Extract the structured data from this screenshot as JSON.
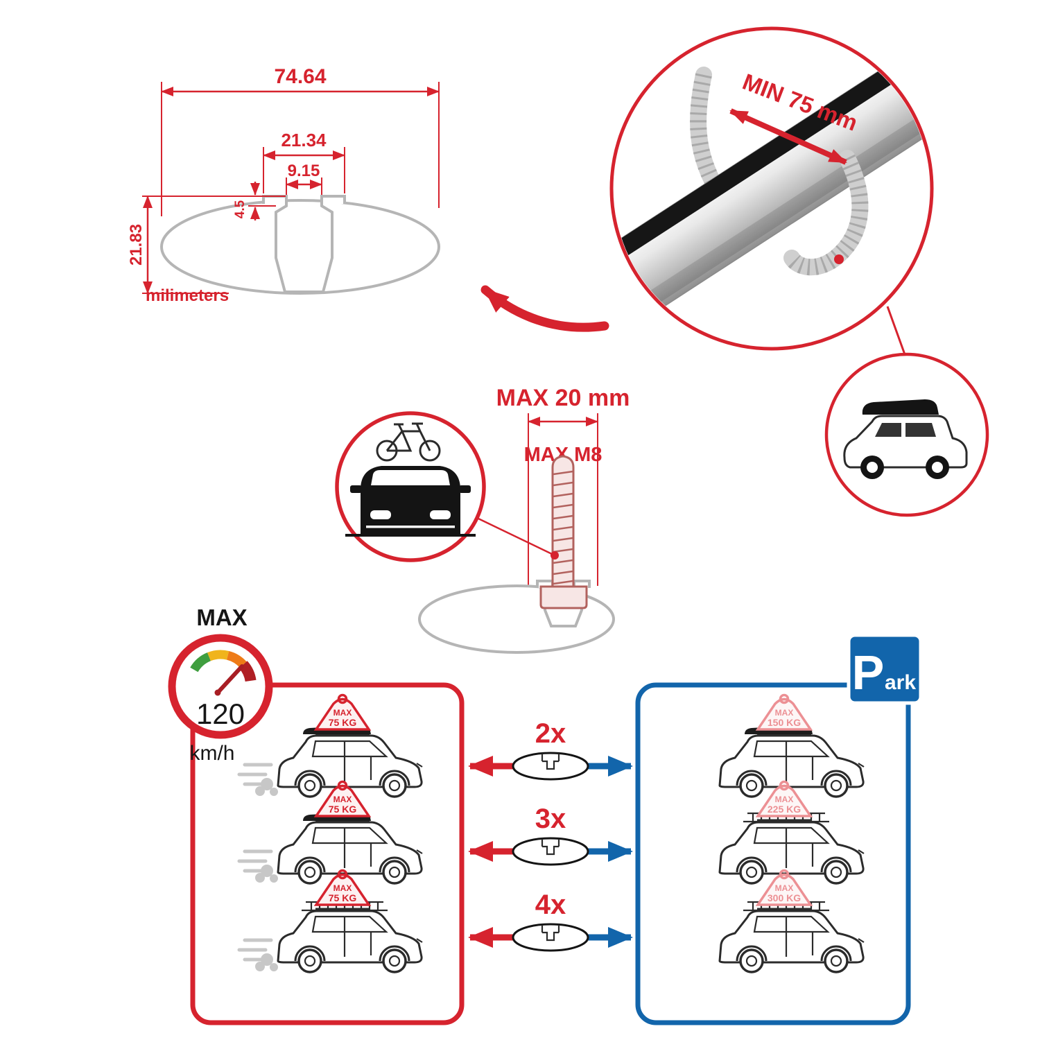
{
  "profile_dimensions": {
    "total_width": "74.64",
    "slot_outer_width": "21.34",
    "slot_opening_width": "9.15",
    "lip_depth": "4.5",
    "total_height": "21.83",
    "units_label": "milimeters"
  },
  "bar_detail": {
    "min_span_label": "MIN 75 mm"
  },
  "bolt_detail": {
    "max_length_label": "MAX 20 mm",
    "max_thread_label": "MAX M8"
  },
  "speed_limit": {
    "title": "MAX",
    "value": "120",
    "unit": "km/h"
  },
  "parking_sign": {
    "letter": "P",
    "suffix": "ark"
  },
  "capacity_rows": [
    {
      "multiplier": "2x",
      "driving": {
        "label": "MAX",
        "load": "75 KG"
      },
      "parked": {
        "label": "MAX",
        "load": "150 KG"
      }
    },
    {
      "multiplier": "3x",
      "driving": {
        "label": "MAX",
        "load": "75 KG"
      },
      "parked": {
        "label": "MAX",
        "load": "225 KG"
      }
    },
    {
      "multiplier": "4x",
      "driving": {
        "label": "MAX",
        "load": "75 KG"
      },
      "parked": {
        "label": "MAX",
        "load": "300 KG"
      }
    }
  ],
  "colors": {
    "accent_red": "#d6232e",
    "accent_blue": "#1265ab",
    "profile_gray": "#b5b5b5",
    "ink_black": "#1a1a1a"
  }
}
